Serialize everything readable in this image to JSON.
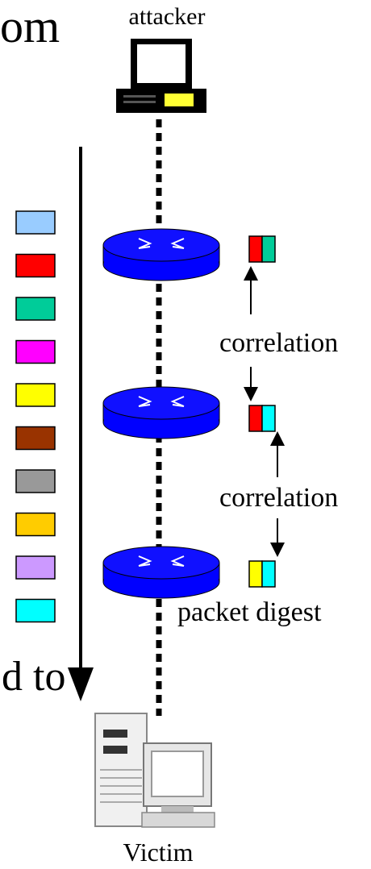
{
  "labels": {
    "attacker": "attacker",
    "victim": "Victim",
    "correlation_top": "correlation",
    "correlation_bottom": "correlation",
    "packet_digest": "packet digest",
    "cut_text_top": "om",
    "cut_text_bottom": "d to"
  },
  "legend_swatches": [
    {
      "color": "#99ccff"
    },
    {
      "color": "#ff0000"
    },
    {
      "color": "#00cc99"
    },
    {
      "color": "#ff00ff"
    },
    {
      "color": "#ffff00"
    },
    {
      "color": "#993300"
    },
    {
      "color": "#999999"
    },
    {
      "color": "#ffcc00"
    },
    {
      "color": "#cc99ff"
    },
    {
      "color": "#00ffff"
    }
  ],
  "digests": [
    {
      "left": "#ff0000",
      "right": "#00cc99"
    },
    {
      "left": "#ff0000",
      "right": "#00ffff"
    },
    {
      "left": "#ffff00",
      "right": "#00ffff"
    }
  ],
  "colors": {
    "router_fill": "#0000ff",
    "router_top": "#1010ff",
    "line": "#000000"
  }
}
